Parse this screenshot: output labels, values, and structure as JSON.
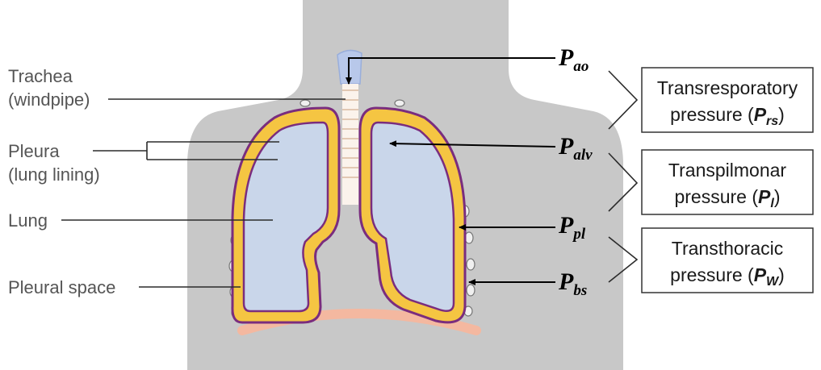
{
  "labels": {
    "trachea_line1": "Trachea",
    "trachea_line2": "(windpipe)",
    "pleura_line1": "Pleura",
    "pleura_line2": "(lung lining)",
    "lung": "Lung",
    "pleural_space": "Pleural space"
  },
  "pressures": [
    {
      "symbol": "P",
      "sub": "ao"
    },
    {
      "symbol": "P",
      "sub": "alv"
    },
    {
      "symbol": "P",
      "sub": "pl"
    },
    {
      "symbol": "P",
      "sub": "bs"
    }
  ],
  "boxes": [
    {
      "line1": "Transresporatory",
      "line2_prefix": "pressure (",
      "symbol": "P",
      "sub": "rs",
      "suffix": ")"
    },
    {
      "line1": "Transpilmonar",
      "line2_prefix": "pressure (",
      "symbol": "P",
      "sub": "l",
      "suffix": ")"
    },
    {
      "line1": "Transthoracic",
      "line2_prefix": "pressure (",
      "symbol": "P",
      "sub": "W",
      "suffix": ")"
    }
  ],
  "colors": {
    "body_silhouette": "#c8c8c8",
    "pleura_yellow": "#f5c542",
    "pleura_purple": "#7a2d7e",
    "lung_fill": "#c9d6ea",
    "diaphragm": "#f4b8a0",
    "trachea_top": "#b8c8ea"
  }
}
